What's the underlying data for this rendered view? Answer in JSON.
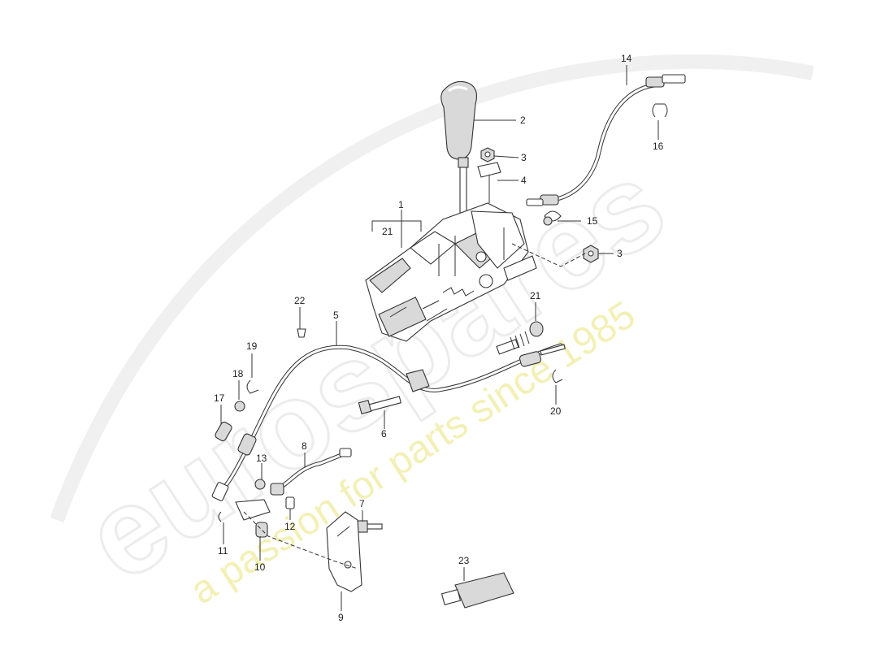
{
  "watermark": {
    "brand": "eurospares",
    "tagline": "a passion for parts since 1985"
  },
  "callouts": [
    {
      "id": "c1",
      "num": "1"
    },
    {
      "id": "c2",
      "num": "2"
    },
    {
      "id": "c3a",
      "num": "3"
    },
    {
      "id": "c3b",
      "num": "3"
    },
    {
      "id": "c4",
      "num": "4"
    },
    {
      "id": "c5",
      "num": "5"
    },
    {
      "id": "c6",
      "num": "6"
    },
    {
      "id": "c7",
      "num": "7"
    },
    {
      "id": "c8",
      "num": "8"
    },
    {
      "id": "c9",
      "num": "9"
    },
    {
      "id": "c10",
      "num": "10"
    },
    {
      "id": "c11",
      "num": "11"
    },
    {
      "id": "c12",
      "num": "12"
    },
    {
      "id": "c13",
      "num": "13"
    },
    {
      "id": "c14",
      "num": "14"
    },
    {
      "id": "c15",
      "num": "15"
    },
    {
      "id": "c16",
      "num": "16"
    },
    {
      "id": "c17",
      "num": "17"
    },
    {
      "id": "c18",
      "num": "18"
    },
    {
      "id": "c19",
      "num": "19"
    },
    {
      "id": "c20",
      "num": "20"
    },
    {
      "id": "c21a",
      "num": "21"
    },
    {
      "id": "c21b",
      "num": "21"
    },
    {
      "id": "c22",
      "num": "22"
    },
    {
      "id": "c23",
      "num": "23"
    }
  ]
}
